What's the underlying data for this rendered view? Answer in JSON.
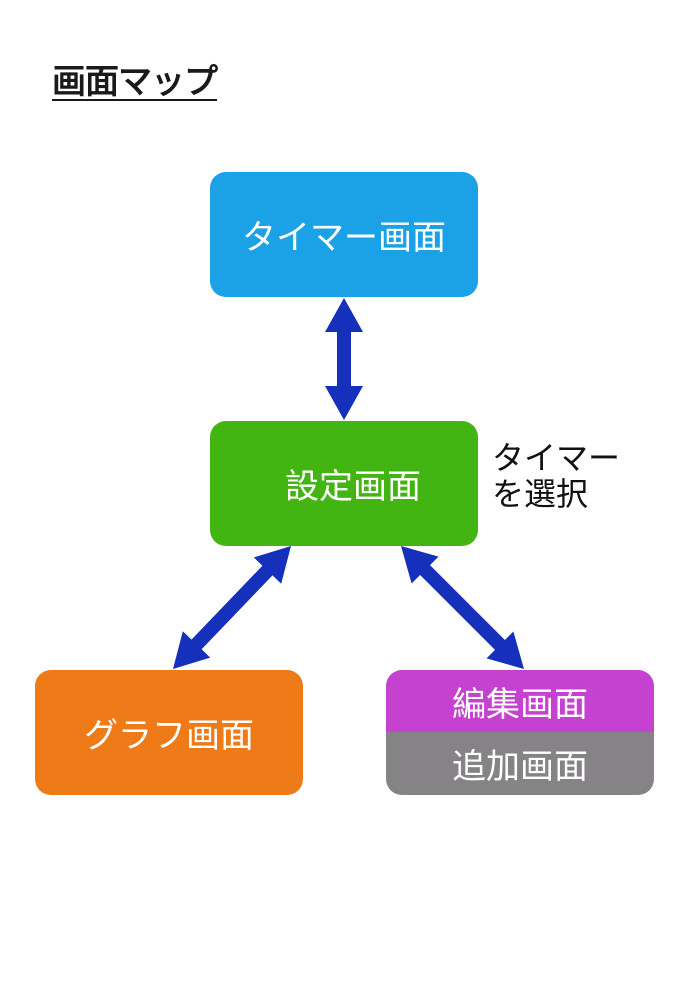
{
  "title": "画面マップ",
  "nodes": {
    "timer": {
      "label": "タイマー画面",
      "color": "#1ba1e6"
    },
    "settings": {
      "label": "設定画面",
      "color": "#43b512"
    },
    "graph": {
      "label": "グラフ画面",
      "color": "#ee7a18"
    },
    "edit": {
      "label": "編集画面",
      "color": "#c541cf"
    },
    "add": {
      "label": "追加画面",
      "color": "#858385"
    }
  },
  "annotation": {
    "line1": "タイマー",
    "line2": "を選択"
  },
  "arrow_color": "#1530bb",
  "edges": [
    {
      "from": "timer",
      "to": "settings",
      "direction": "bidirectional"
    },
    {
      "from": "settings",
      "to": "graph",
      "direction": "bidirectional"
    },
    {
      "from": "settings",
      "to": "edit/add",
      "direction": "bidirectional"
    }
  ]
}
